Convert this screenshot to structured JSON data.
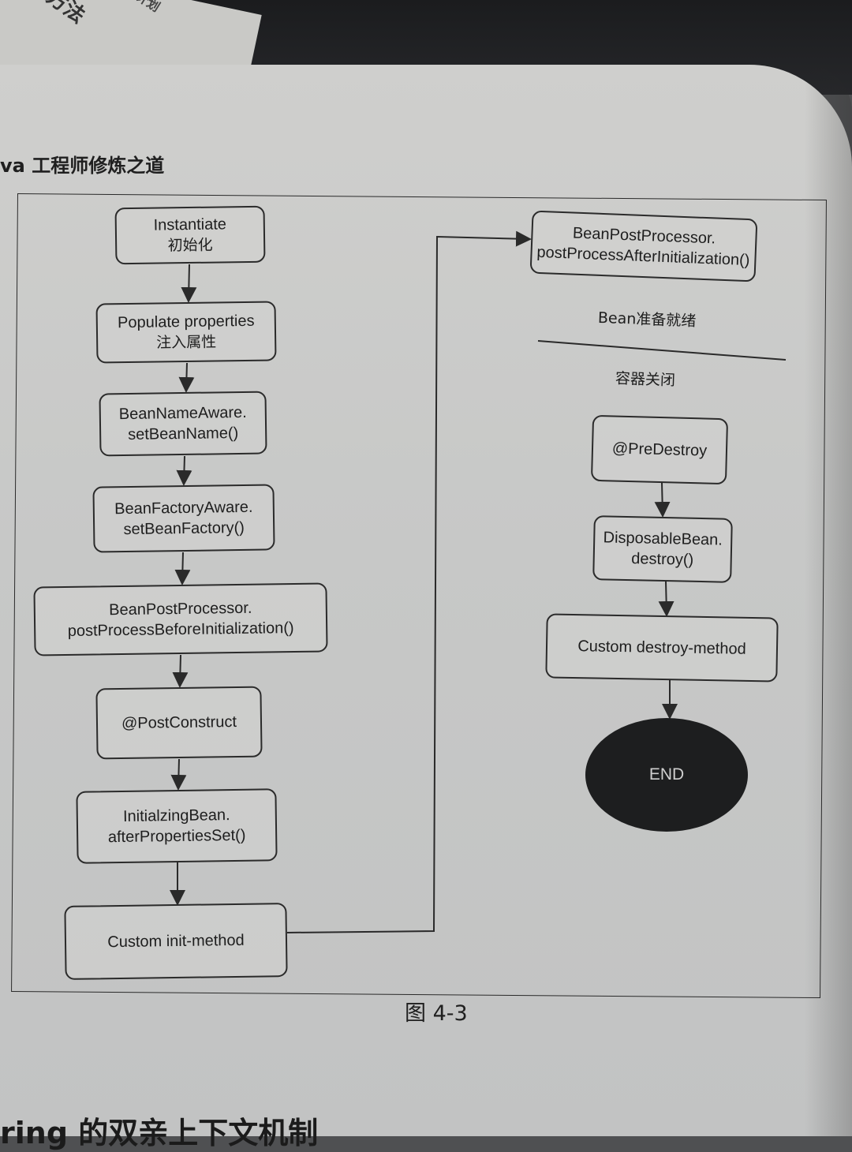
{
  "header": {
    "title": "va 工程师修炼之道"
  },
  "stray_paper": {
    "text": "保持方法",
    "text2": "计划"
  },
  "diagram": {
    "left_column": [
      {
        "line1": "Instantiate",
        "line2": "初始化"
      },
      {
        "line1": "Populate properties",
        "line2": "注入属性"
      },
      {
        "line1": "BeanNameAware.",
        "line2": "setBeanName()"
      },
      {
        "line1": "BeanFactoryAware.",
        "line2": "setBeanFactory()"
      },
      {
        "line1": "BeanPostProcessor.",
        "line2": "postProcessBeforeInitialization()"
      },
      {
        "line1": "@PostConstruct"
      },
      {
        "line1": "InitialzingBean.",
        "line2": "afterPropertiesSet()"
      },
      {
        "line1": "Custom init-method"
      }
    ],
    "right_column": {
      "after_init": {
        "line1": "BeanPostProcessor.",
        "line2": "postProcessAfterInitialization()"
      },
      "ready_label": "Bean准备就绪",
      "close_label": "容器关闭",
      "pre_destroy": "@PreDestroy",
      "disposable": {
        "line1": "DisposableBean.",
        "line2": "destroy()"
      },
      "custom_destroy": "Custom destroy-method",
      "end": "END"
    }
  },
  "caption": "图 4-3",
  "bottom_heading": "ring 的双亲上下文机制"
}
